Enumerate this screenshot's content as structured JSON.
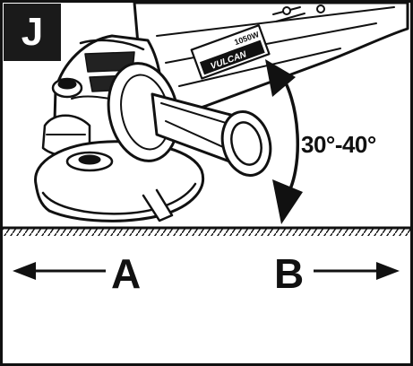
{
  "badge_letter": "J",
  "model_text": "1050W",
  "brand_text": "VULCAN",
  "angle_label": "30°-40°",
  "direction_left_label": "A",
  "direction_right_label": "B",
  "colors": {
    "ink": "#111111",
    "badge_background": "#1a1a1a",
    "background": "#ffffff"
  },
  "icons": [
    "angle-arrow-icon",
    "left-arrow-icon",
    "right-arrow-icon"
  ]
}
